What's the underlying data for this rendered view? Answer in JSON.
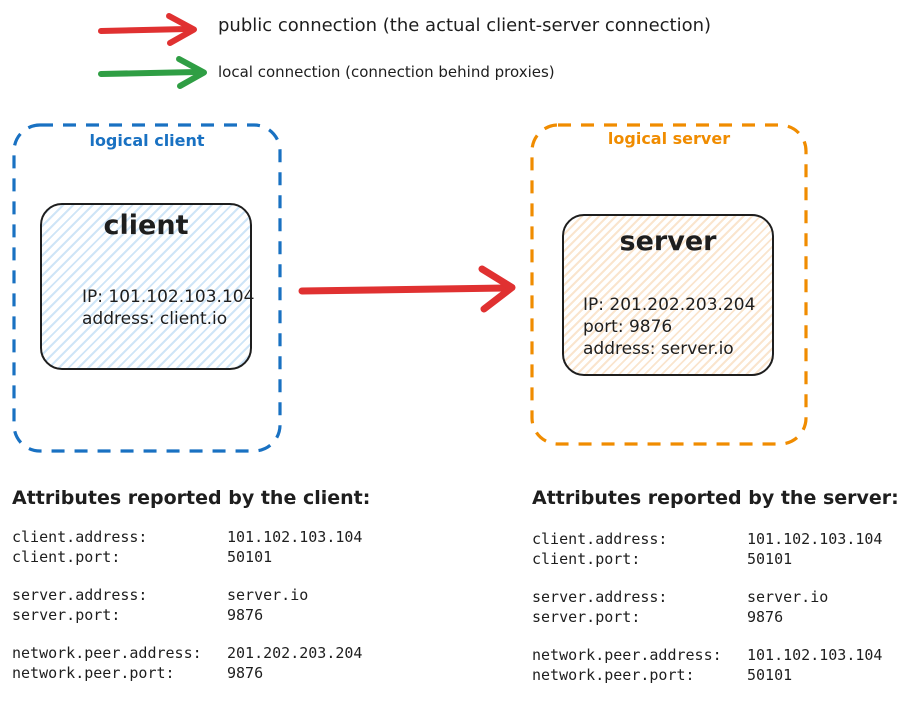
{
  "legend": {
    "items": [
      {
        "icon": "arrow-right-icon",
        "color": "#e03131",
        "label": "public connection (the actual client-server connection)"
      },
      {
        "icon": "arrow-right-icon",
        "color": "#2f9e44",
        "label": "local connection (connection behind proxies)"
      }
    ]
  },
  "diagram": {
    "logical_client": {
      "label": "logical client",
      "border_color": "#1971c2",
      "node": {
        "title": "client",
        "fill_hatch_color": "#cfe5f7",
        "lines": [
          "IP: 101.102.103.104",
          "address: client.io"
        ]
      }
    },
    "logical_server": {
      "label": "logical server",
      "border_color": "#f08c00",
      "node": {
        "title": "server",
        "fill_hatch_color": "#fae5ce",
        "lines": [
          "IP: 201.202.203.204",
          "port: 9876",
          "address: server.io"
        ]
      }
    },
    "connection_arrow_color": "#e03131"
  },
  "attributes": {
    "client": {
      "heading": "Attributes reported by the client:",
      "groups": [
        [
          {
            "key": "client.address:",
            "value": "101.102.103.104"
          },
          {
            "key": "client.port:",
            "value": "50101"
          }
        ],
        [
          {
            "key": "server.address:",
            "value": "server.io"
          },
          {
            "key": "server.port:",
            "value": "9876"
          }
        ],
        [
          {
            "key": "network.peer.address:",
            "value": "201.202.203.204"
          },
          {
            "key": "network.peer.port:",
            "value": "9876"
          }
        ]
      ]
    },
    "server": {
      "heading": "Attributes reported by the server:",
      "groups": [
        [
          {
            "key": "client.address:",
            "value": "101.102.103.104"
          },
          {
            "key": "client.port:",
            "value": "50101"
          }
        ],
        [
          {
            "key": "server.address:",
            "value": "server.io"
          },
          {
            "key": "server.port:",
            "value": "9876"
          }
        ],
        [
          {
            "key": "network.peer.address:",
            "value": "101.102.103.104"
          },
          {
            "key": "network.peer.port:",
            "value": "50101"
          }
        ]
      ]
    }
  },
  "colors": {
    "ink": "#1e1e1e",
    "blue": "#1971c2",
    "orange": "#f08c00",
    "red": "#e03131",
    "green": "#2f9e44"
  }
}
